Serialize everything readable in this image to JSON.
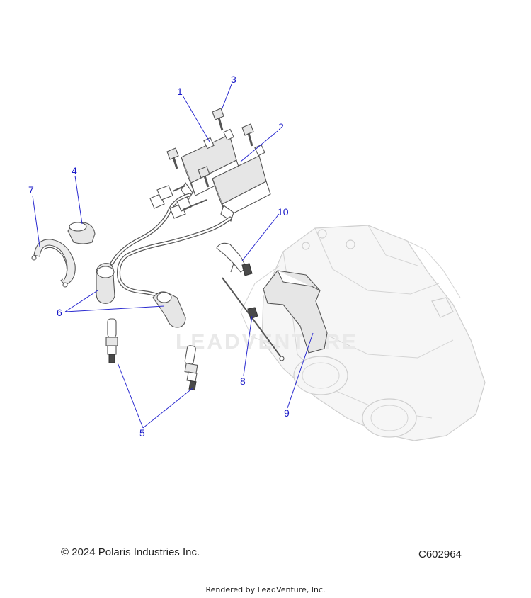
{
  "diagram": {
    "watermark": "LEADVENTURE",
    "callouts": [
      {
        "id": "c1",
        "label": "1"
      },
      {
        "id": "c2",
        "label": "2"
      },
      {
        "id": "c3",
        "label": "3"
      },
      {
        "id": "c4",
        "label": "4"
      },
      {
        "id": "c5",
        "label": "5"
      },
      {
        "id": "c6",
        "label": "6"
      },
      {
        "id": "c7",
        "label": "7"
      },
      {
        "id": "c8",
        "label": "8"
      },
      {
        "id": "c9",
        "label": "9"
      },
      {
        "id": "c10",
        "label": "10"
      }
    ]
  },
  "footer": {
    "copyright": "© 2024 Polaris Industries Inc.",
    "figure_id": "C602964",
    "rendered_by": "Rendered by LeadVenture, Inc."
  }
}
